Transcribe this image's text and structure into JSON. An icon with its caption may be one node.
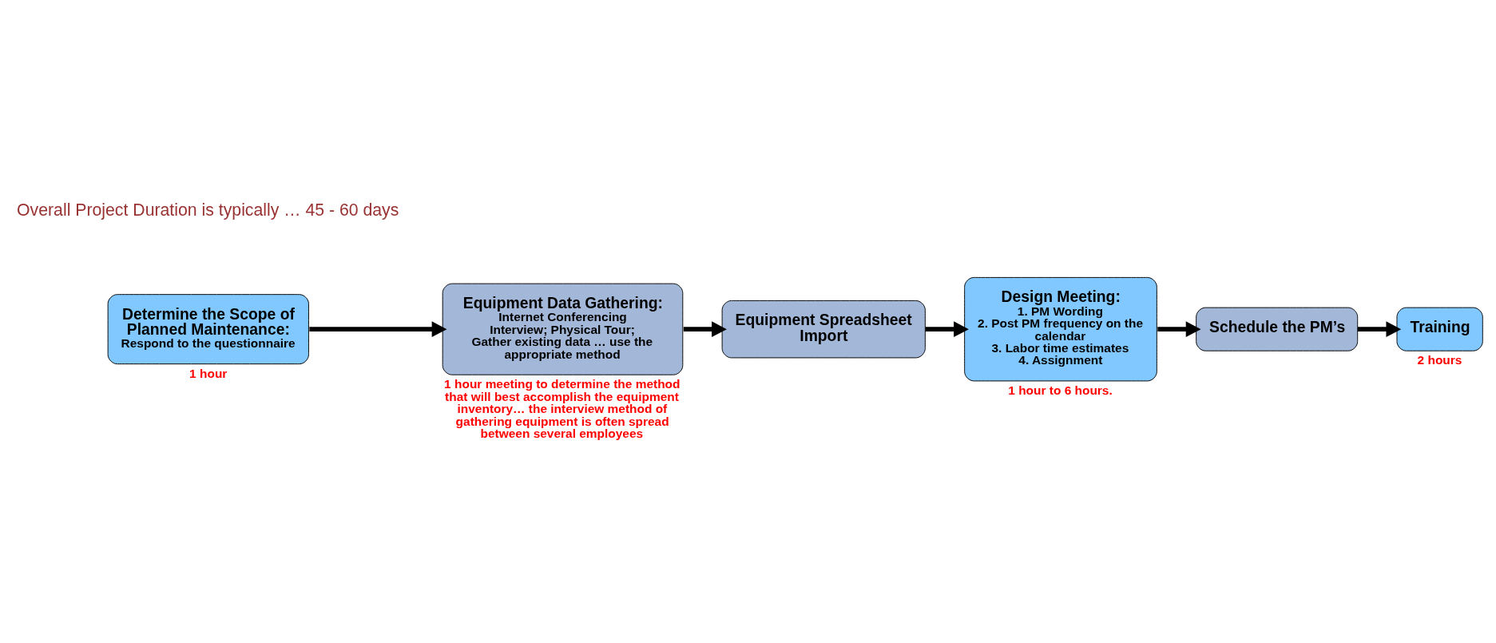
{
  "diagram": {
    "nodes": [
      {
        "text": [
          "Determine the Scope of Planned Maintenance:",
          "Respond to the questionnaire"
        ],
        "beside": [
          "1 hour"
        ]
      },
      {
        "text": [
          "Equipment Data Gathering:",
          "Internet Conferencing Interview; Physical Tour; Gather existing data … use the appropriate method"
        ],
        "beside": [
          "1 hour meeting to determine the method that will best accomplish the equipment inventory… the interview method of gathering equipment is often spread between several employees"
        ]
      },
      {
        "text": [
          "Equipment Spreadsheet Import"
        ]
      },
      {
        "text": [
          "Design Meeting:",
          "1. PM Wording",
          "2. Post PM frequency on the calendar",
          "3. Labor time estimates",
          "4. Assignment"
        ],
        "beside": [
          "1 hour to 6 hours."
        ]
      },
      {
        "text": [
          "Schedule the PM’s"
        ]
      },
      {
        "text": [
          "Training"
        ],
        "beside": [
          "2 hours"
        ]
      }
    ],
    "edges": [
      {
        "from": 0,
        "to": 1,
        "arrow": "to"
      },
      {
        "from": 1,
        "to": 2,
        "arrow": "to"
      },
      {
        "from": 2,
        "to": 3,
        "arrow": "to"
      },
      {
        "from": 3,
        "to": 4,
        "arrow": "to"
      },
      {
        "from": 4,
        "to": 5,
        "arrow": "to"
      }
    ],
    "labels": [
      "Overall Project Duration is typically … 45 - 60 days"
    ]
  }
}
